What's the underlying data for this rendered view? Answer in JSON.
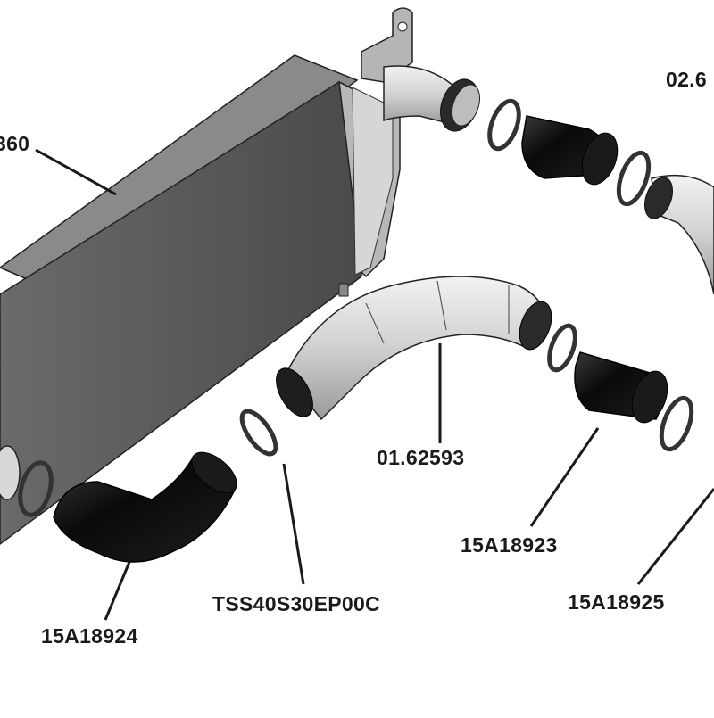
{
  "parts": [
    {
      "id": "pipe_top",
      "label": "02.6"
    },
    {
      "id": "intercooler",
      "label": "360"
    },
    {
      "id": "pipe_middle",
      "label": "01.62593"
    },
    {
      "id": "hose_right",
      "label": "15A18923"
    },
    {
      "id": "clamp_right",
      "label": "15A18925"
    },
    {
      "id": "hose_elbow",
      "label": "15A18924"
    },
    {
      "id": "clamp_small",
      "label": "TSS40S30EP00C"
    }
  ],
  "colors": {
    "metal_light": "#d4d4d4",
    "metal_mid": "#a9a9a9",
    "metal_dark": "#555555",
    "rubber": "#111111",
    "leader_line": "#1a1a1a"
  }
}
